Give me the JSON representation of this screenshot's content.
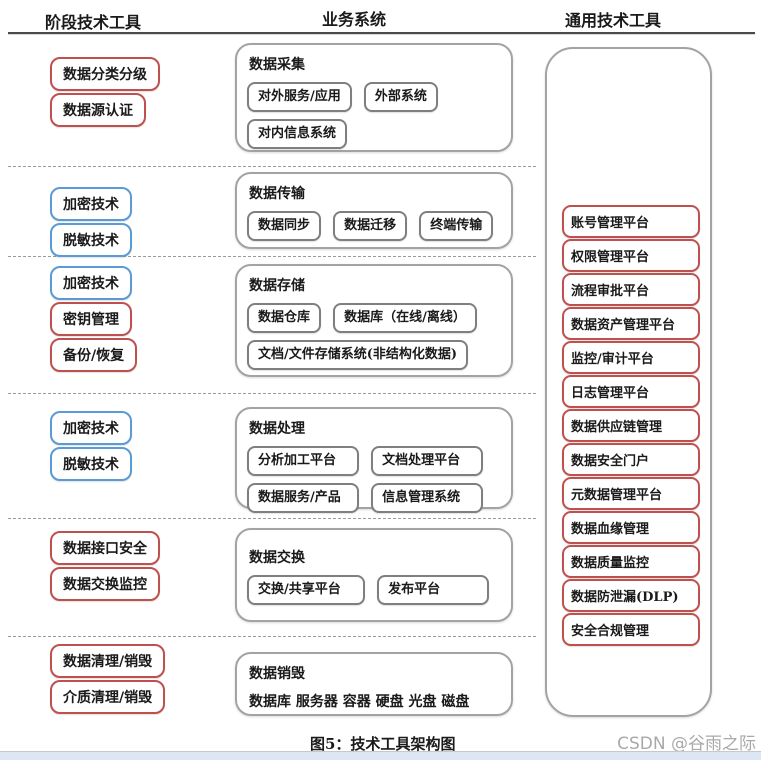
{
  "headers": {
    "stage_tools": "阶段技术工具",
    "business_systems": "业务系统",
    "general_tools": "通用技术工具"
  },
  "sections": [
    {
      "left_boxes": [
        {
          "label": "数据分类分级",
          "type": "red"
        },
        {
          "label": "数据源认证",
          "type": "red"
        }
      ],
      "middle": {
        "title": "数据采集",
        "rows": [
          [
            "对外服务/应用",
            "外部系统"
          ],
          [
            "对内信息系统"
          ]
        ]
      }
    },
    {
      "left_boxes": [
        {
          "label": "加密技术",
          "type": "blue"
        },
        {
          "label": "脱敏技术",
          "type": "blue"
        }
      ],
      "middle": {
        "title": "数据传输",
        "rows": [
          [
            "数据同步",
            "数据迁移",
            "终端传输"
          ]
        ]
      }
    },
    {
      "left_boxes": [
        {
          "label": "加密技术",
          "type": "blue"
        },
        {
          "label": "密钥管理",
          "type": "red"
        },
        {
          "label": "备份/恢复",
          "type": "red"
        }
      ],
      "middle": {
        "title": "数据存储",
        "rows": [
          [
            "数据仓库",
            "数据库（在线/离线）"
          ],
          [
            "文档/文件存储系统(非结构化数据)"
          ]
        ]
      }
    },
    {
      "left_boxes": [
        {
          "label": "加密技术",
          "type": "blue"
        },
        {
          "label": "脱敏技术",
          "type": "blue"
        }
      ],
      "middle": {
        "title": "数据处理",
        "rows": [
          [
            "分析加工平台",
            "文档处理平台"
          ],
          [
            "数据服务/产品",
            "信息管理系统"
          ]
        ]
      }
    },
    {
      "left_boxes": [
        {
          "label": "数据接口安全",
          "type": "red"
        },
        {
          "label": "数据交换监控",
          "type": "red"
        }
      ],
      "middle": {
        "title": "数据交换",
        "rows": [
          [
            "交换/共享平台",
            "发布平台"
          ]
        ]
      }
    },
    {
      "left_boxes": [
        {
          "label": "数据清理/销毁",
          "type": "red"
        },
        {
          "label": "介质清理/销毁",
          "type": "red"
        }
      ],
      "middle": {
        "title": "数据销毁",
        "text_row": "数据库 服务器 容器 硬盘 光盘 磁盘"
      }
    }
  ],
  "right_panel": {
    "items": [
      "账号管理平台",
      "权限管理平台",
      "流程审批平台",
      "数据资产管理平台",
      "监控/审计平台",
      "日志管理平台",
      "数据供应链管理",
      "数据安全门户",
      "元数据管理平台",
      "数据血缘管理",
      "数据质量监控",
      "数据防泄漏(DLP)",
      "安全合规管理"
    ]
  },
  "caption": "图5：技术工具架构图",
  "watermark": "CSDN @谷雨之际",
  "colors": {
    "red_border": "#C0504D",
    "blue_border": "#5B9BD5",
    "gray_border": "#7F7F7F",
    "container_border": "#A3A3A3",
    "bottom_strip": "#DDE7F3",
    "watermark_gray": "#A9A9A9"
  }
}
